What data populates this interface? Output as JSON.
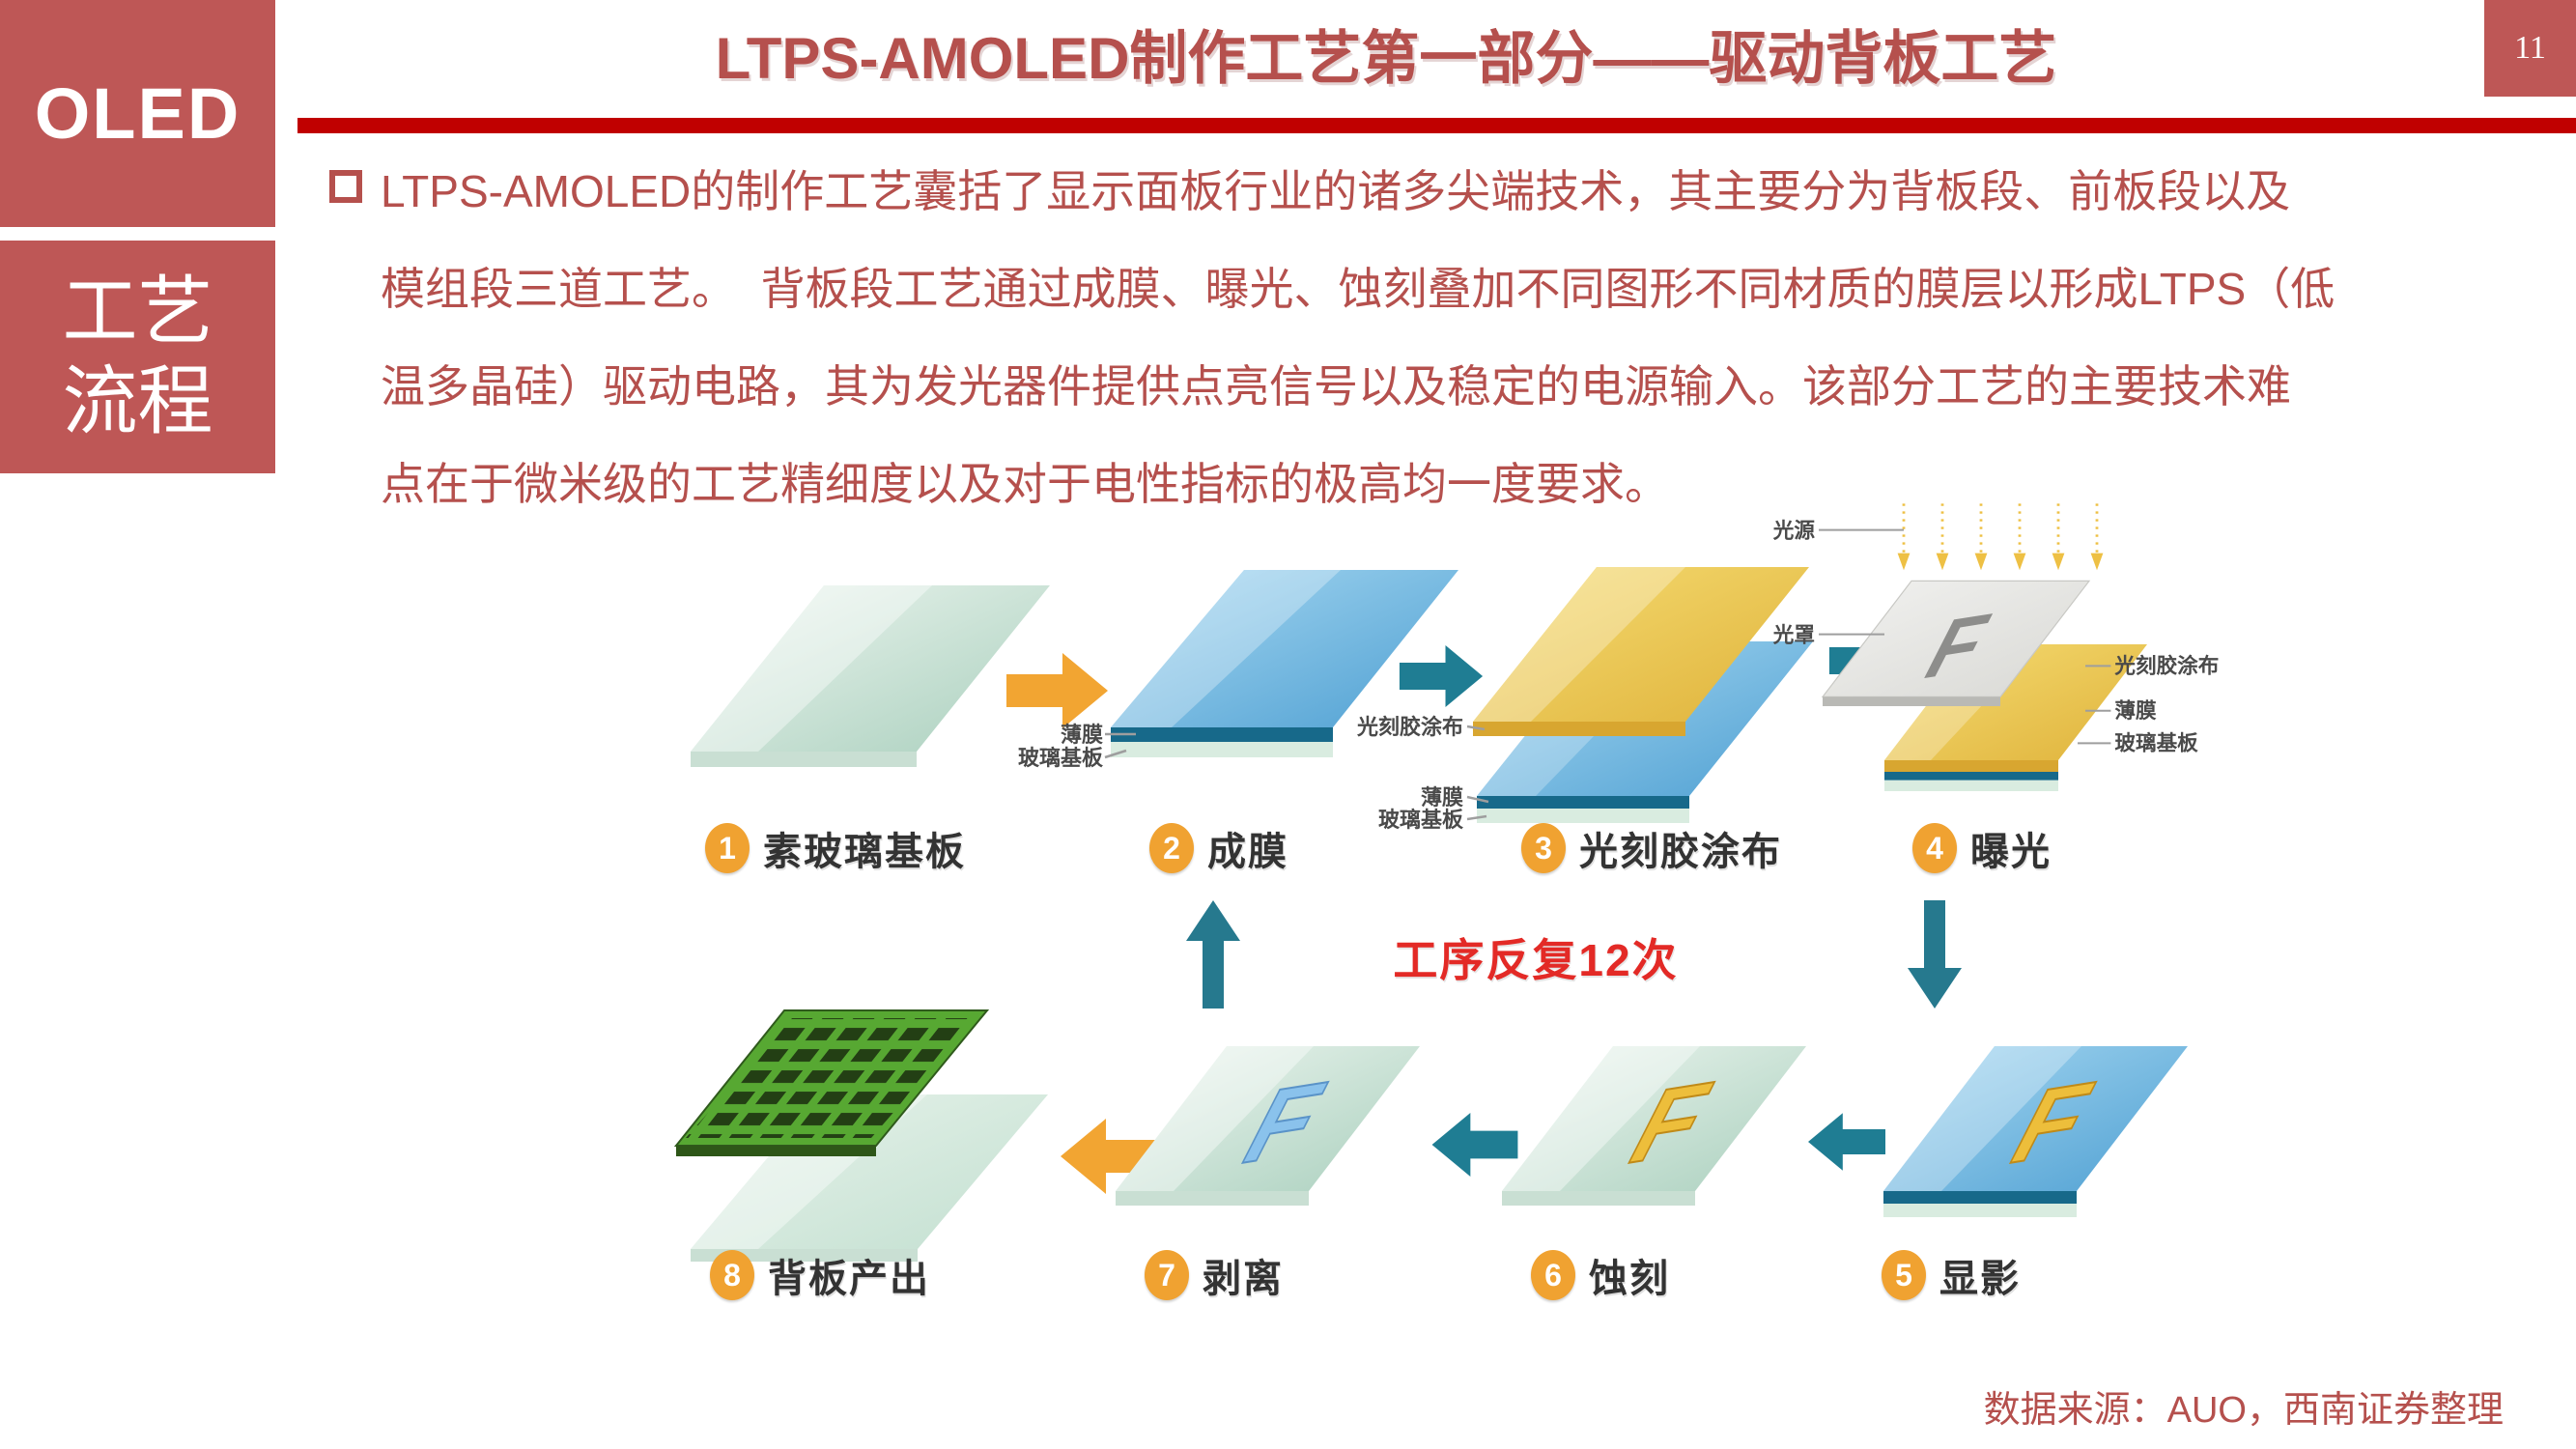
{
  "page": {
    "number": "11",
    "background": "#FFFFFF"
  },
  "sidebar": {
    "logo": "OLED",
    "section_line1": "工艺",
    "section_line2": "流程"
  },
  "header": {
    "title": "LTPS-AMOLED制作工艺第一部分——驱动背板工艺"
  },
  "body": {
    "bullet_lines": [
      "LTPS-AMOLED的制作工艺囊括了显示面板行业的诸多尖端技术，其主要分为背板段、前板段以及",
      "模组段三道工艺。  背板段工艺通过成膜、曝光、蚀刻叠加不同图形不同材质的膜层以形成LTPS（低",
      "温多晶硅）驱动电路，其为发光器件提供点亮信号以及稳定的电源输入。该部分工艺的主要技术难",
      "点在于微米级的工艺精细度以及对于电性指标的极高均一度要求。"
    ]
  },
  "diagram": {
    "cycle_note": "工序反复12次",
    "steps": [
      {
        "num": "1",
        "label": "素玻璃基板"
      },
      {
        "num": "2",
        "label": "成膜",
        "layers": [
          "薄膜",
          "玻璃基板"
        ]
      },
      {
        "num": "3",
        "label": "光刻胶涂布",
        "layers": [
          "光刻胶涂布",
          "薄膜",
          "玻璃基板"
        ]
      },
      {
        "num": "4",
        "label": "曝光",
        "left_labels": [
          "光源",
          "光罩"
        ],
        "right_labels": [
          "光刻胶涂布",
          "薄膜",
          "玻璃基板"
        ]
      },
      {
        "num": "5",
        "label": "显影"
      },
      {
        "num": "6",
        "label": "蚀刻"
      },
      {
        "num": "7",
        "label": "剥离"
      },
      {
        "num": "8",
        "label": "背板产出"
      }
    ]
  },
  "footer": {
    "source": "数据来源：AUO，西南证券整理"
  },
  "colors": {
    "theme_red": "#BE5756",
    "title_red": "#B5504D",
    "rule_red": "#C00000",
    "cycle_red": "#E32A26",
    "arrow_orange": "#F2A532",
    "arrow_teal": "#1F7D93",
    "number_orange": "#F0A231"
  }
}
